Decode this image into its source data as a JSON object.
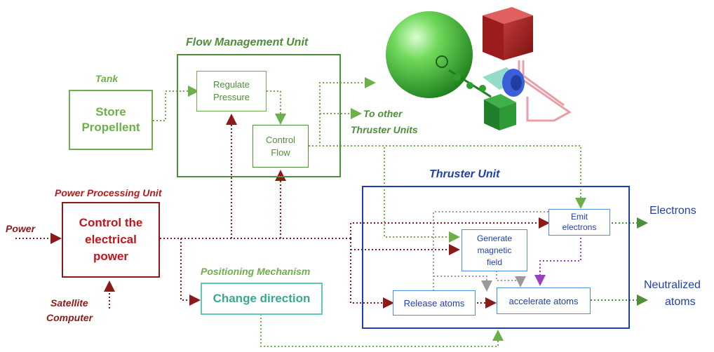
{
  "colors": {
    "flow_green": "#4e8f3a",
    "tank_green": "#6db04b",
    "power_red": "#8b1a1a",
    "thruster_blue": "#1f3fb0",
    "teal": "#5ec9b8",
    "purple": "#9a3fc0",
    "gray": "#9a9a9a"
  },
  "labels": {
    "tank": "Tank",
    "flow_management_unit": "Flow Management Unit",
    "thruster_unit": "Thruster Unit",
    "power_processing_unit": "Power Processing Unit",
    "positioning_mechanism": "Positioning Mechanism",
    "to_other_line1": "To other",
    "to_other_line2": "Thruster Units",
    "power": "Power",
    "satellite": "Satellite",
    "computer": "Computer",
    "electrons": "Electrons",
    "neutralized_line1": "Neutralized",
    "neutralized_line2": "atoms"
  },
  "boxes": {
    "store_line1": "Store",
    "store_line2": "Propellent",
    "regulate_line1": "Regulate",
    "regulate_line2": "Pressure",
    "control_flow_line1": "Control",
    "control_flow_line2": "Flow",
    "control_power_line1": "Control the",
    "control_power_line2": "electrical",
    "control_power_line3": "power",
    "change_direction": "Change direction",
    "emit_line1": "Emit",
    "emit_line2": "electrons",
    "generate_line1": "Generate",
    "generate_line2": "magnetic",
    "generate_line3": "field",
    "release_atoms": "Release atoms",
    "accelerate_atoms": "accelerate atoms"
  },
  "illustration": {
    "items": [
      "propellant-tank-sphere",
      "thruster-red-block",
      "green-valve-assembly",
      "blue-thruster-head",
      "pink-pipe-loop"
    ]
  }
}
